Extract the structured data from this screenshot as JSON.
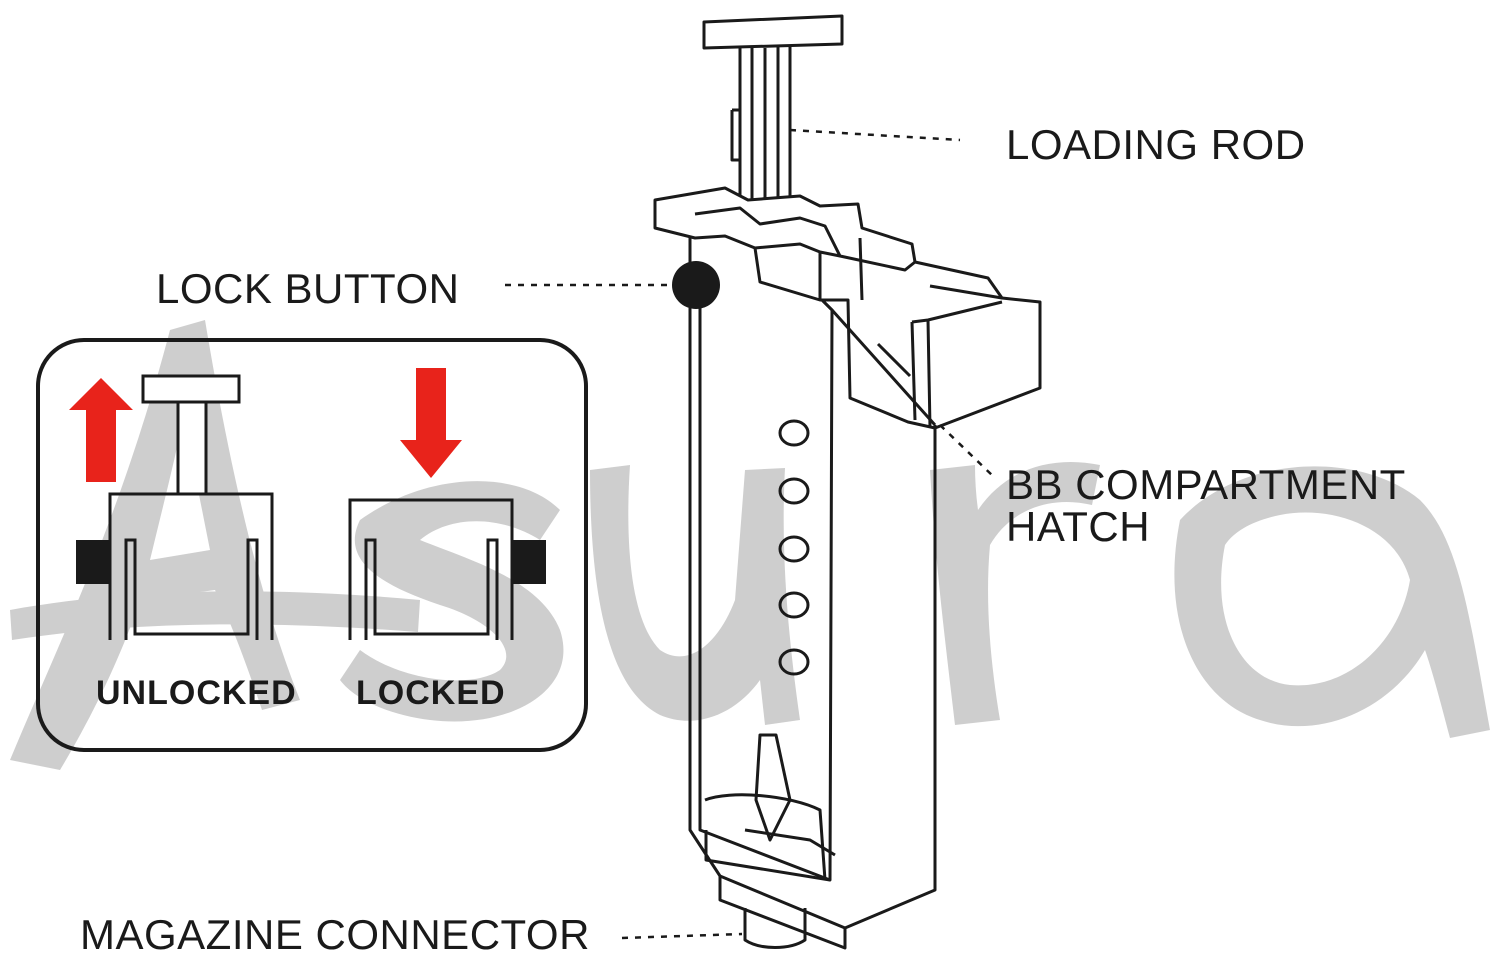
{
  "labels": {
    "loading_rod": "LOADING ROD",
    "lock_button": "LOCK BUTTON",
    "bb_hatch_line1": "BB COMPARTMENT",
    "bb_hatch_line2": "HATCH",
    "magazine_connector": "MAGAZINE CONNECTOR",
    "unlocked": "UNLOCKED",
    "locked": "LOCKED"
  },
  "watermark": "Asura",
  "colors": {
    "line": "#1a1a1a",
    "arrow": "#e8231b",
    "watermark": "#c9c9c9",
    "background": "#ffffff"
  },
  "icons": {
    "unlock_arrow": "arrow-up-icon",
    "lock_arrow": "arrow-down-icon"
  }
}
